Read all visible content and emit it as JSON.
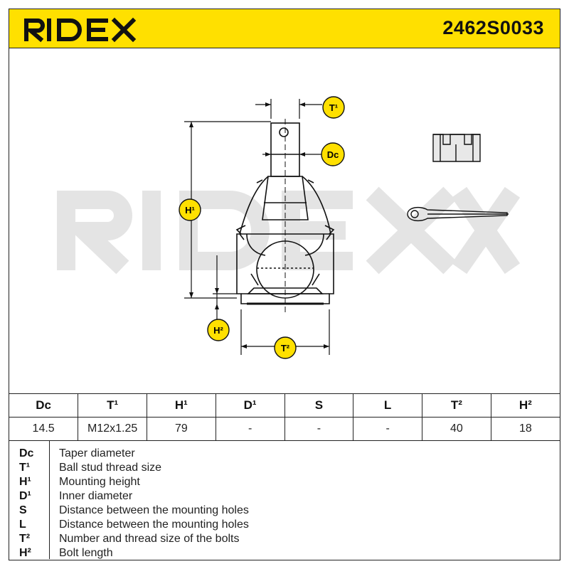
{
  "header": {
    "brand": "RIDEX",
    "part_number": "2462S0033",
    "banner_color": "#ffe000"
  },
  "drawing": {
    "watermark": "RIDEX",
    "badges": {
      "t1": "T¹",
      "dc": "Dc",
      "h1": "H¹",
      "h2": "H²",
      "t2": "T²"
    },
    "icons": [
      "ball-joint-icon",
      "castle-nut-icon",
      "cotter-pin-icon"
    ]
  },
  "spec_table": {
    "headers": [
      "Dc",
      "T¹",
      "H¹",
      "D¹",
      "S",
      "L",
      "T²",
      "H²"
    ],
    "values": [
      "14.5",
      "M12x1.25",
      "79",
      "-",
      "-",
      "-",
      "40",
      "18"
    ]
  },
  "legend": [
    {
      "key": "Dc",
      "desc": "Taper diameter"
    },
    {
      "key": "T¹",
      "desc": "Ball stud thread size"
    },
    {
      "key": "H¹",
      "desc": "Mounting height"
    },
    {
      "key": "D¹",
      "desc": "Inner diameter"
    },
    {
      "key": "S",
      "desc": "Distance between the mounting holes"
    },
    {
      "key": "L",
      "desc": "Distance between the mounting holes"
    },
    {
      "key": "T²",
      "desc": "Number and thread size of the bolts"
    },
    {
      "key": "H²",
      "desc": "Bolt length"
    }
  ]
}
